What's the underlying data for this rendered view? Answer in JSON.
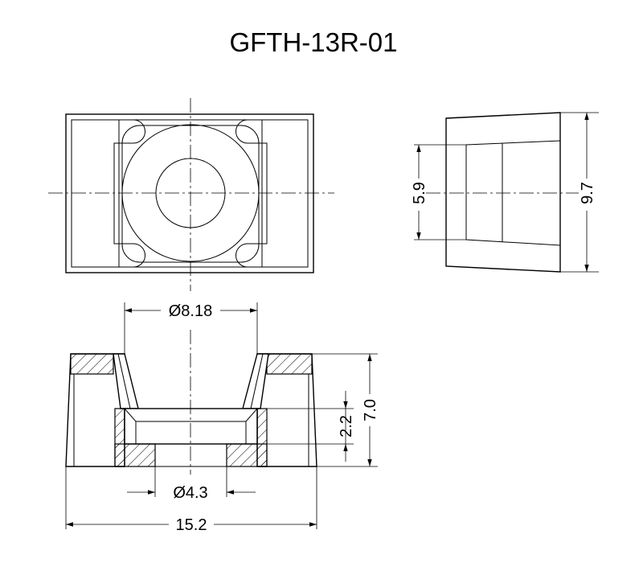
{
  "title": "GFTH-13R-01",
  "dimensions": {
    "inner_height": "5.9",
    "outer_height": "9.7",
    "top_diameter": "Ø8.18",
    "hole_diameter": "Ø4.3",
    "total_width": "15.2",
    "height": "7.0",
    "recess_depth": "2.2"
  }
}
